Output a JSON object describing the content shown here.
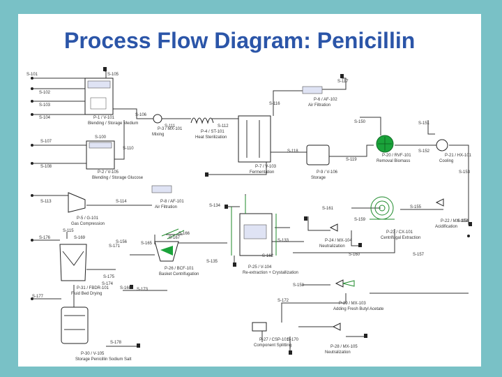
{
  "title": "Process Flow Diagram: Penicillin",
  "units": [
    {
      "label": "P-1 / V-101",
      "sub": "Blending / Storage Medium"
    },
    {
      "label": "P-2 / V-105",
      "sub": "Blending / Storage Glucose"
    },
    {
      "label": "P-3 / MX-101",
      "sub": "Mixing"
    },
    {
      "label": "P-4 / ST-101",
      "sub": "Heat Sterilization"
    },
    {
      "label": "P-6 / AF-102",
      "sub": "Air Filtration"
    },
    {
      "label": "P-7 / V-103",
      "sub": "Fermentation"
    },
    {
      "label": "P-9 / V-106",
      "sub": "Storage"
    },
    {
      "label": "P-20 / RVF-101",
      "sub": "Removal Biomass"
    },
    {
      "label": "P-21 / HX-101",
      "sub": "Cooling"
    },
    {
      "label": "P-5 / G-101",
      "sub": "Gas Compression"
    },
    {
      "label": "P-8 / AF-101",
      "sub": "Air Filtration"
    },
    {
      "label": "P-22 / MX-102",
      "sub": "Acidification"
    },
    {
      "label": "P-23 / CX-101",
      "sub": "Centrifugal Extraction"
    },
    {
      "label": "P-24 / MX-104",
      "sub": "Neutralization"
    },
    {
      "label": "P-25 / V-104",
      "sub": "Re-extraction + Crystallization"
    },
    {
      "label": "P-26 / BCF-101",
      "sub": "Basket Centrifugation"
    },
    {
      "label": "P-31 / FBDR-101",
      "sub": "Fluid Bed Drying"
    },
    {
      "label": "P-30 / V-105",
      "sub": "Storage Penicillin Sodium Salt"
    },
    {
      "label": "P-29 / MX-103",
      "sub": "Adding Fresh Butyl Acetate"
    },
    {
      "label": "P-27 / CSP-101",
      "sub": "Component Splitting"
    },
    {
      "label": "P-28 / MX-105",
      "sub": "Neutralization"
    }
  ],
  "streams": [
    "S-101",
    "S-105",
    "S-102",
    "S-103",
    "S-104",
    "S-106",
    "S-107",
    "S-100",
    "S-108",
    "S-110",
    "S-111",
    "S-112",
    "S-116",
    "S-117",
    "S-118",
    "S-119",
    "S-150",
    "S-151",
    "S-152",
    "S-153",
    "S-113",
    "S-114",
    "S-115",
    "S-154",
    "S-155",
    "S-156",
    "S-159",
    "S-160",
    "S-161",
    "S-133",
    "S-134",
    "S-135",
    "S-157",
    "S-158",
    "S-162",
    "S-165",
    "S-166",
    "S-167",
    "S-168",
    "S-169",
    "S-170",
    "S-171",
    "S-172",
    "S-173",
    "S-174",
    "S-175",
    "S-176",
    "S-177",
    "S-178"
  ]
}
